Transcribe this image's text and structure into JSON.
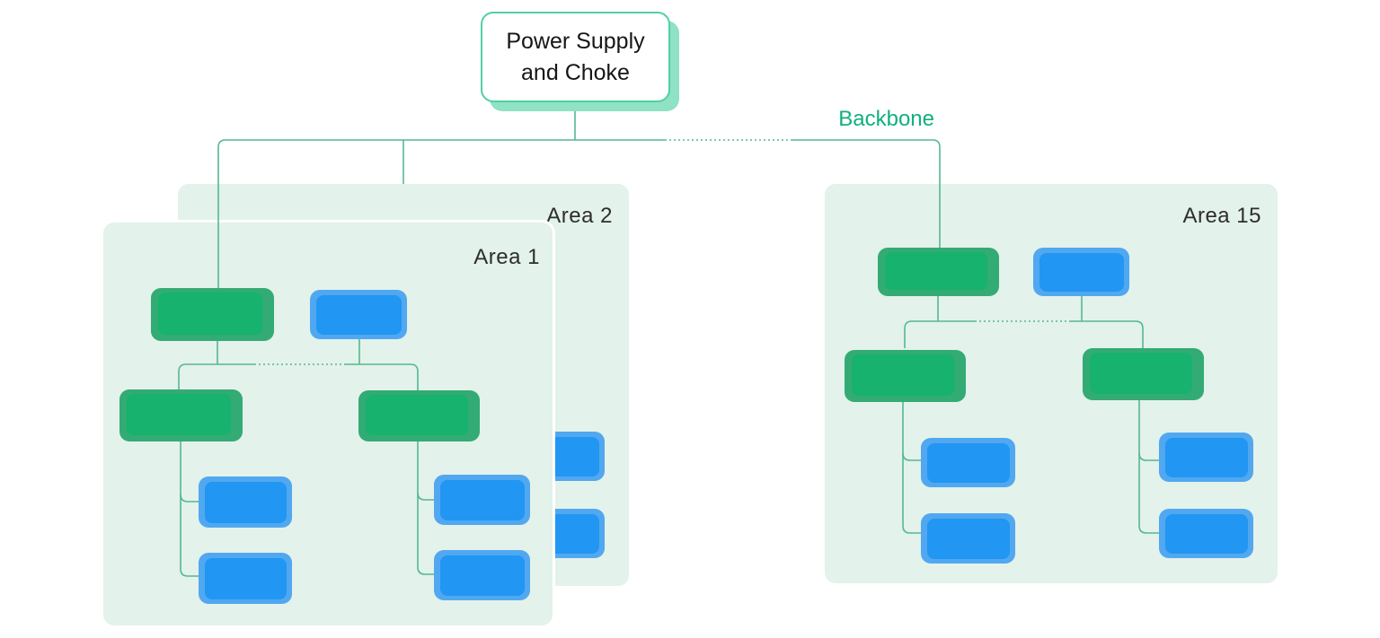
{
  "power_supply": {
    "line1": "Power Supply",
    "line2": "and Choke"
  },
  "backbone": {
    "label": "Backbone"
  },
  "areas": [
    {
      "label": "Area 1",
      "green_nodes": 3,
      "blue_nodes": 5
    },
    {
      "label": "Area 2",
      "green_nodes": 0,
      "blue_nodes": 2
    },
    {
      "label": "Area 15",
      "green_nodes": 3,
      "blue_nodes": 5
    }
  ],
  "colors": {
    "connector_line": "#55b793",
    "backbone_label": "#10b07e",
    "area_background": "#e3f2ea",
    "green_node_front": "#16b26e",
    "green_node_back": "#33ab74",
    "blue_node_front": "#2196f3",
    "blue_node_back": "#51a8f0",
    "power_box_border": "#50d0a2",
    "power_box_shadow": "#8fe2c4",
    "label_text": "#2e2e2e"
  }
}
